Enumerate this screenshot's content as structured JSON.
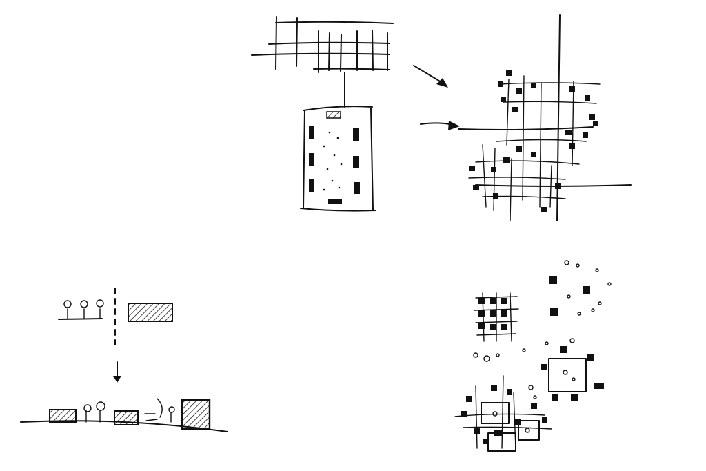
{
  "sketch": {
    "ink_color": "#111111",
    "paper_color": "#ffffff",
    "panels": [
      "grid-to-block",
      "grid-overlay-cluster",
      "section-street",
      "cluster-plan"
    ]
  }
}
